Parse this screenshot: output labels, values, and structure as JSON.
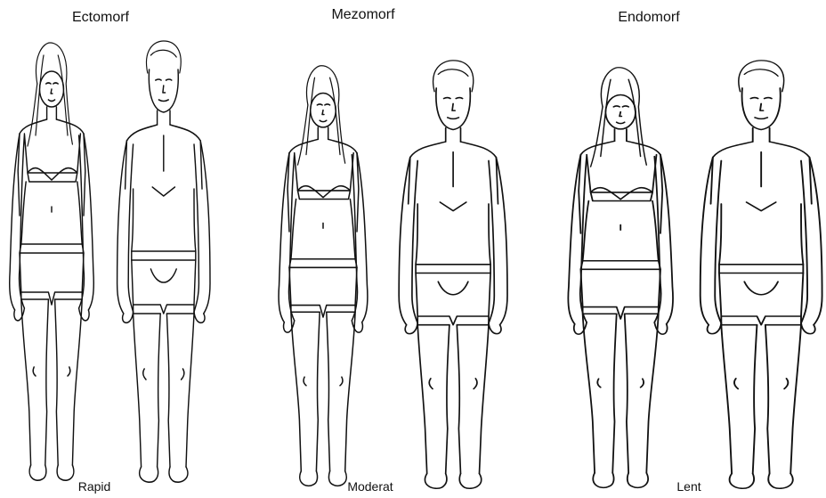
{
  "body_types": [
    {
      "name": "Ectomorf",
      "metabolism": "Rapid"
    },
    {
      "name": "Mezomorf",
      "metabolism": "Moderat"
    },
    {
      "name": "Endomorf",
      "metabolism": "Lent"
    }
  ]
}
